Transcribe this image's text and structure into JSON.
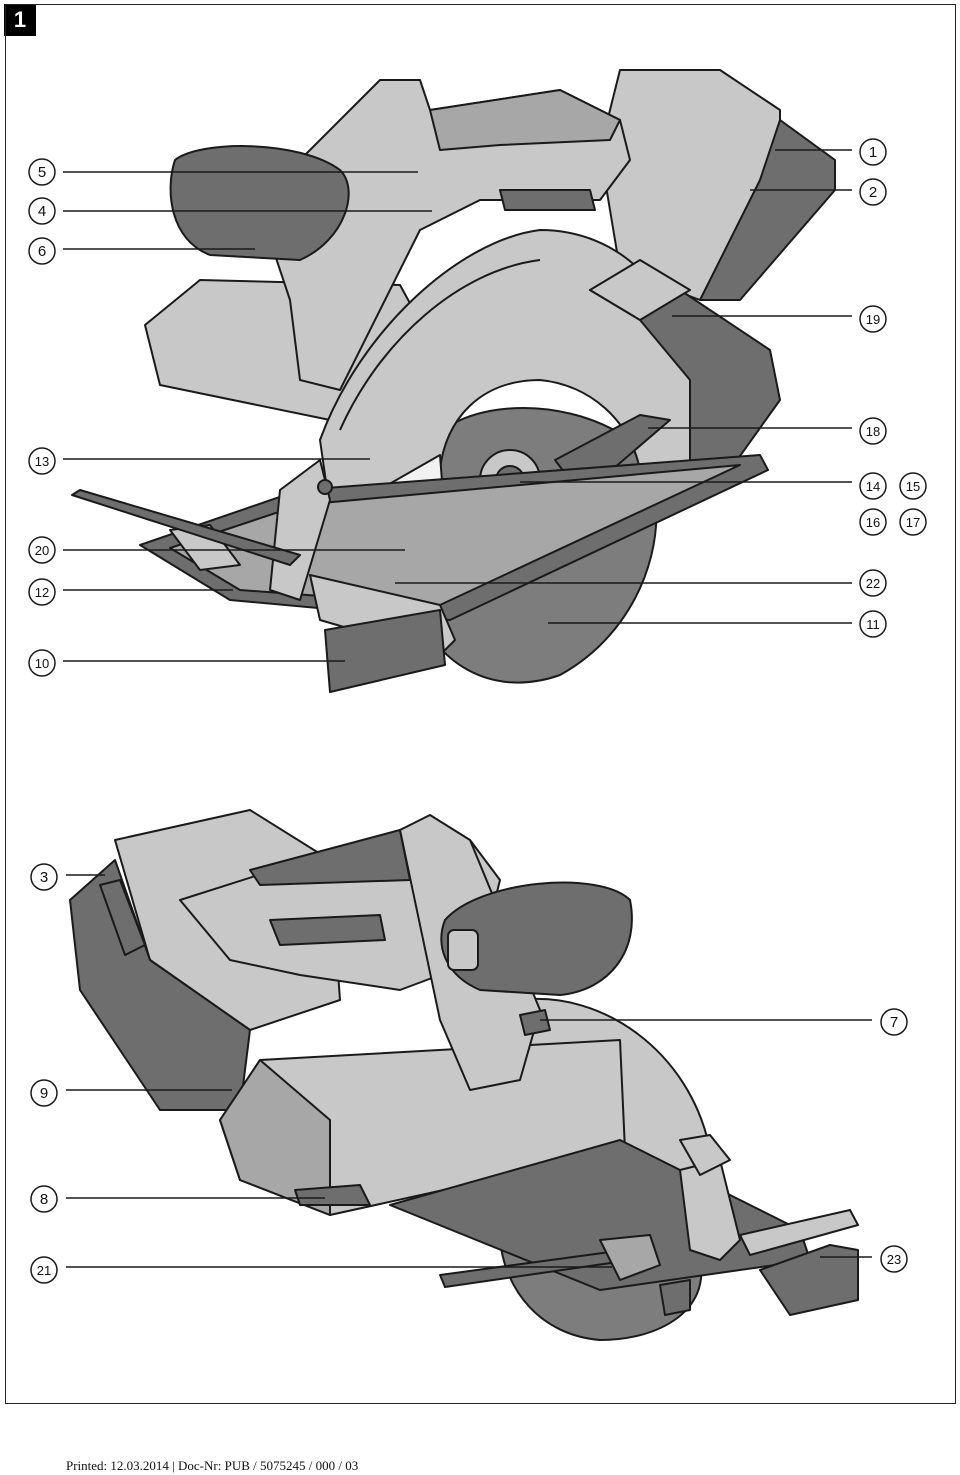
{
  "figure_number": "1",
  "footer": "Printed: 12.03.2014 | Doc-Nr: PUB / 5075245 / 000 / 03",
  "colors": {
    "light": "#c8c8c8",
    "mid": "#a7a7a7",
    "dark": "#6e6e6e",
    "blade": "#7d7d7d",
    "line": "#1a1a1a",
    "white": "#f2f2f2"
  },
  "callouts": {
    "c1": "1",
    "c2": "2",
    "c3": "3",
    "c4": "4",
    "c5": "5",
    "c6": "6",
    "c7": "7",
    "c8": "8",
    "c9": "9",
    "c10": "10",
    "c11": "11",
    "c12": "12",
    "c13": "13",
    "c14": "14",
    "c15": "15",
    "c16": "16",
    "c17": "17",
    "c18": "18",
    "c19": "19",
    "c20": "20",
    "c21": "21",
    "c22": "22",
    "c23": "23"
  }
}
